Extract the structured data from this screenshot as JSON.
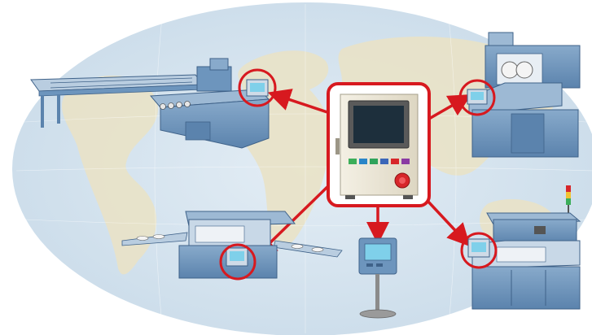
{
  "illustration": {
    "background": "world-map",
    "colors": {
      "ocean": "#d4e3ee",
      "land": "#e9e2c6",
      "machine_blue": "#6d95bd",
      "machine_dark": "#3f6289",
      "machine_light": "#b9cde0",
      "cabinet": "#efeade",
      "highlight_red": "#d7191f",
      "screen": "#1d2f3c",
      "hmi_screen": "#7fd0ea"
    },
    "central_unit": {
      "name": "controller-cabinet",
      "buttons": [
        "#3cae5a",
        "#2a85c8",
        "#2fa35b",
        "#3b66b8",
        "#d7262a",
        "#8a3aa3"
      ]
    },
    "machines": [
      "conveyor-machine",
      "washing-machine",
      "rotary-table-machine",
      "pedestal-panel",
      "inspection-machine"
    ]
  }
}
